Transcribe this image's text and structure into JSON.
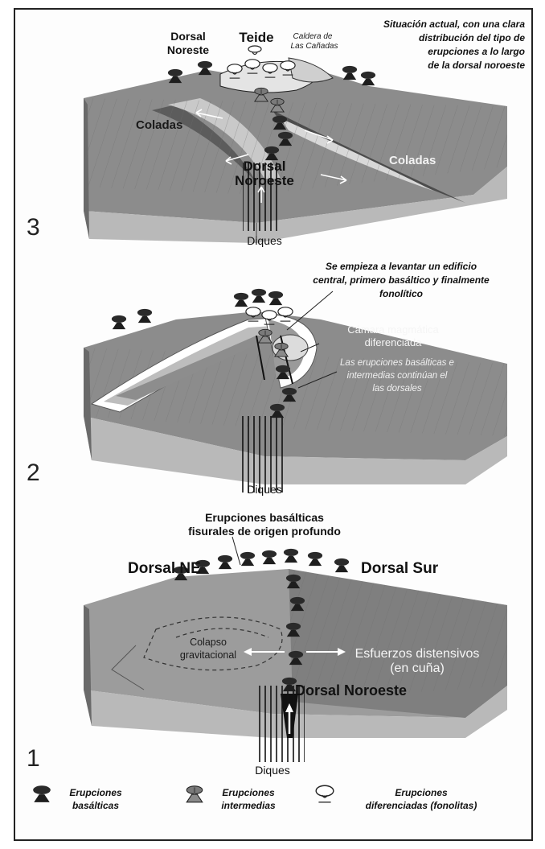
{
  "panel3": {
    "number": "3",
    "caption_lines": [
      "Situación actual, con una clara",
      "distribución del tipo de",
      "erupciones a lo largo",
      "de la dorsal noroeste"
    ],
    "dorsal_noreste_lines": [
      "Dorsal",
      "Noreste"
    ],
    "teide": "Teide",
    "caldera_lines": [
      "Caldera de",
      "Las Cañadas"
    ],
    "coladas_left": "Coladas",
    "coladas_right": "Coladas",
    "dorsal_noroeste_lines": [
      "Dorsal",
      "Noroeste"
    ],
    "diques": "Diques"
  },
  "panel2": {
    "number": "2",
    "caption_lines": [
      "Se empieza a levantar un edificio",
      "central, primero basáltico y finalmente",
      "fonolítico"
    ],
    "camara_lines": [
      "Cámara magmática",
      "diferenciada"
    ],
    "continuan_lines": [
      "Las erupciones basálticas e",
      "intermedias continúan  el",
      "las dorsales"
    ],
    "diques": "Diques"
  },
  "panel1": {
    "number": "1",
    "caption_lines": [
      "Erupciones basálticas",
      "fisurales de origen profundo"
    ],
    "dorsal_ne": "Dorsal NE",
    "dorsal_sur": "Dorsal Sur",
    "colapso_lines": [
      "Colapso",
      "gravitacional"
    ],
    "esfuerzos_lines": [
      "Esfuerzos distensivos",
      "(en cuña)"
    ],
    "dorsal_noroeste": "Dorsal Noroeste",
    "diques": "Diques"
  },
  "legend": {
    "basalticas_lines": [
      "Erupciones",
      "basálticas"
    ],
    "intermedias_lines": [
      "Erupciones",
      "intermedias"
    ],
    "diferenciadas_lines": [
      "Erupciones",
      "diferenciadas (fonolitas)"
    ]
  }
}
